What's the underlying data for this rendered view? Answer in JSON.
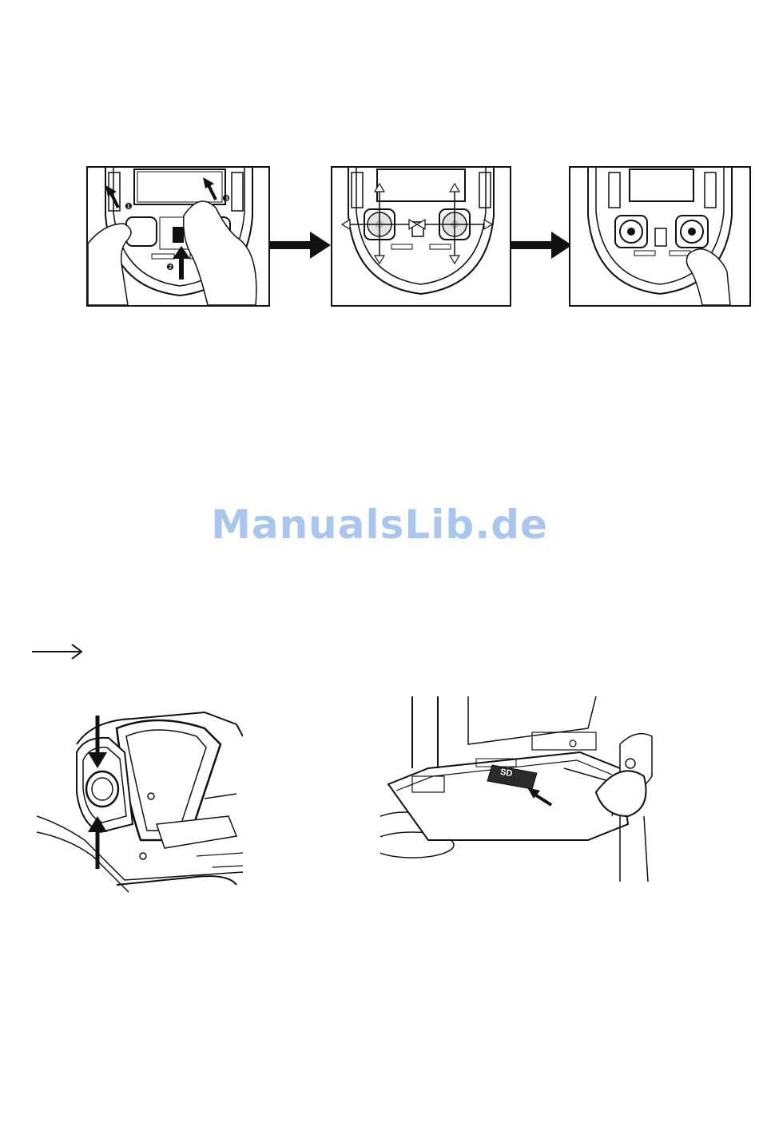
{
  "watermark": "ManualsLib.de",
  "figures": {
    "step1": {
      "badges": [
        "❶",
        "❷",
        "❸"
      ]
    },
    "sd_card_label": "SD"
  },
  "icons": {
    "pointer": "long-right-arrow-icon",
    "step_arrow": "thick-right-arrow-icon"
  }
}
